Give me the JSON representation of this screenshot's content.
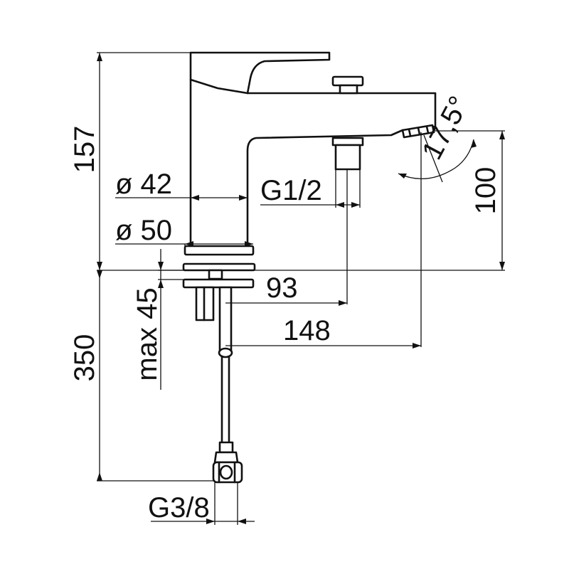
{
  "dimensions": {
    "total_height": "157",
    "spout_height": "100",
    "body_diameter": "ø 42",
    "base_diameter": "ø 50",
    "outlet_thread": "G1/2",
    "spout_angle": "17,5°",
    "outlet_reach": "93",
    "spout_reach": "148",
    "max_deck_thickness": "max 45",
    "hose_length": "350",
    "inlet_thread": "G3/8"
  }
}
